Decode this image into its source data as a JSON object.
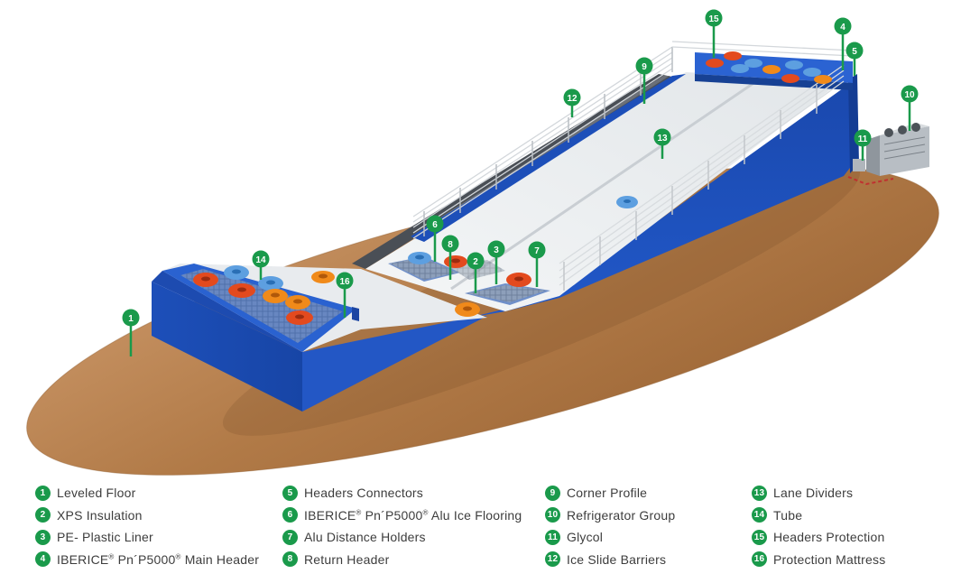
{
  "colors": {
    "callout_green": "#1a9a4b",
    "structure_blue": "#1c4fb8",
    "floor_wood": "#b9824f",
    "ice_surface": "#eef1f3"
  },
  "callouts": [
    {
      "num": "1"
    },
    {
      "num": "2"
    },
    {
      "num": "3"
    },
    {
      "num": "4"
    },
    {
      "num": "5"
    },
    {
      "num": "6"
    },
    {
      "num": "7"
    },
    {
      "num": "8"
    },
    {
      "num": "9"
    },
    {
      "num": "10"
    },
    {
      "num": "11"
    },
    {
      "num": "12"
    },
    {
      "num": "13"
    },
    {
      "num": "14"
    },
    {
      "num": "15"
    },
    {
      "num": "16"
    }
  ],
  "legend": [
    [
      {
        "num": "1",
        "text": "Leveled Floor"
      },
      {
        "num": "2",
        "text": "XPS Insulation"
      },
      {
        "num": "3",
        "text": "PE- Plastic Liner"
      },
      {
        "num": "4",
        "text": "IBERICE® Pn´P5000® Main Header"
      }
    ],
    [
      {
        "num": "5",
        "text": "Headers Connectors"
      },
      {
        "num": "6",
        "text": "IBERICE® Pn´P5000® Alu Ice Flooring"
      },
      {
        "num": "7",
        "text": "Alu Distance Holders"
      },
      {
        "num": "8",
        "text": "Return Header"
      }
    ],
    [
      {
        "num": "9",
        "text": "Corner Profile"
      },
      {
        "num": "10",
        "text": "Refrigerator Group"
      },
      {
        "num": "11",
        "text": "Glycol"
      },
      {
        "num": "12",
        "text": "Ice Slide Barriers"
      }
    ],
    [
      {
        "num": "13",
        "text": "Lane Dividers"
      },
      {
        "num": "14",
        "text": "Tube"
      },
      {
        "num": "15",
        "text": "Headers Protection"
      },
      {
        "num": "16",
        "text": "Protection Mattress"
      }
    ]
  ]
}
